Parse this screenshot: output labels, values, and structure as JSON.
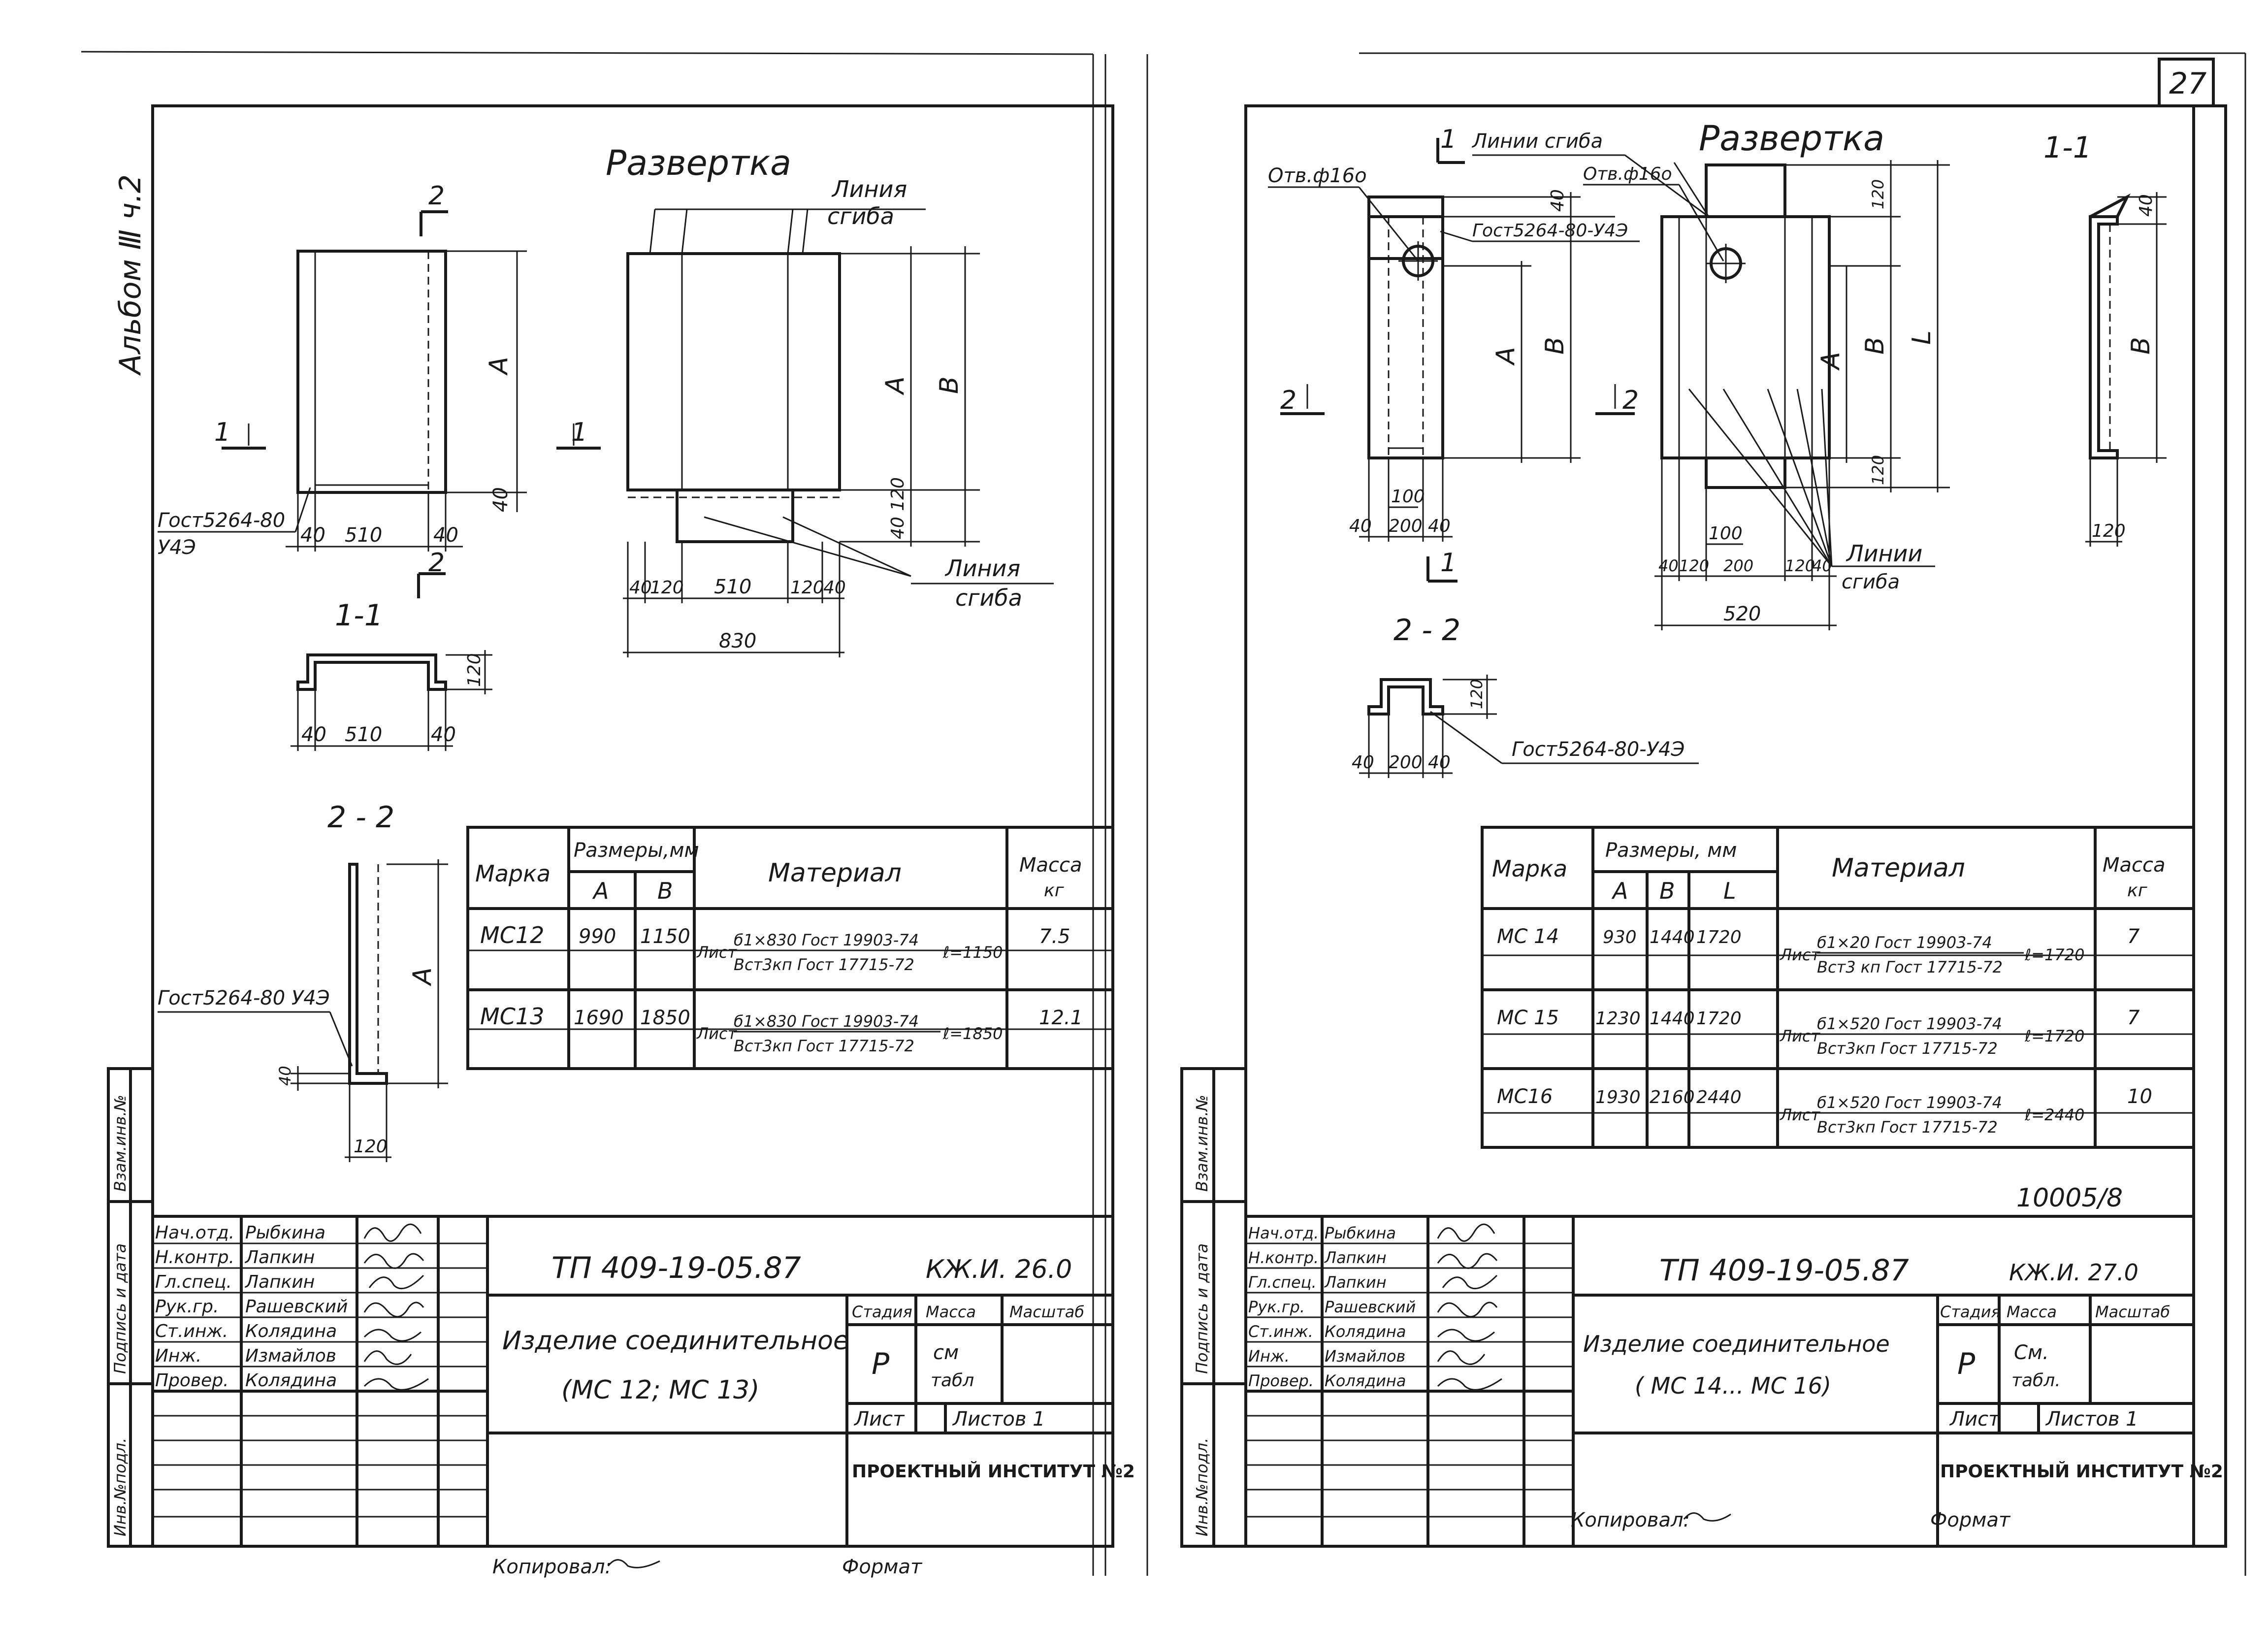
{
  "page_number": "27",
  "album": "Альбом Ⅲ ч.2",
  "side_labels": {
    "vzam_inv": "Взам.инв.№",
    "podpis_data": "Подпись и дата",
    "inv_podl": "Инв.№подл."
  },
  "left_sheet": {
    "razvertka": "Развертка",
    "bend_line_top": [
      "Линия",
      "сгиба"
    ],
    "bend_line_bottom": [
      "Линия",
      "сгиба"
    ],
    "gost_weld": [
      "Гост5264-80",
      "У4Э"
    ],
    "gost_weld_22": "Гост5264-80 У4Э",
    "sec_2": "2",
    "sec_1": "1",
    "sec_11": "1-1",
    "sec_22": "2 - 2",
    "dim_A": "А",
    "dim_B": "В",
    "dims": {
      "d40": "40",
      "d510": "510",
      "d120": "120",
      "d830": "830",
      "d4120": "40 120"
    },
    "table": {
      "h_marka": "Марка",
      "h_razmery": "Размеры,мм",
      "h_A": "А",
      "h_B": "В",
      "h_material": "Материал",
      "h_massa": [
        "Масса",
        "кг"
      ],
      "list": "Лист",
      "rows": [
        {
          "marka": "МС12",
          "A": "990",
          "B": "1150",
          "mat_top": "б1×830 Гост 19903-74",
          "mat_bot": "Вст3кп Гост 17715-72",
          "len": "ℓ=1150",
          "mass": "7.5"
        },
        {
          "marka": "МС13",
          "A": "1690",
          "B": "1850",
          "mat_top": "б1×830 Гост 19903-74",
          "mat_bot": "Вст3кп Гост 17715-72",
          "len": "ℓ=1850",
          "mass": "12.1"
        }
      ]
    },
    "stamp": {
      "roles": [
        "Нач.отд.",
        "Н.контр.",
        "Гл.спец.",
        "Рук.гр.",
        "Ст.инж.",
        "Инж.",
        "Провер."
      ],
      "names": [
        "Рыбкина",
        "Лапкин",
        "Лапкин",
        "Рашевский",
        "Колядина",
        "Измайлов",
        "Колядина"
      ],
      "doc_code": "ТП 409-19-05.87",
      "sheet_code": "КЖ.И. 26.0",
      "title_1": "Изделие соединительное",
      "title_2": "(МС 12; МС 13)",
      "stadia_h": "Стадия",
      "massa_h": "Масса",
      "masshtab_h": "Масштаб",
      "stadia_v": "Р",
      "massa_v": [
        "см",
        "табл"
      ],
      "list_h": "Лист",
      "listov_h": "Листов 1",
      "org": "ПРОЕКТНЫЙ ИНСТИТУТ №2"
    },
    "kopiroval": "Копировал:",
    "format": "Формат"
  },
  "right_sheet": {
    "razvertka": "Развертка",
    "bend_lines_top": "Линии сгиба",
    "bend_lines_bottom": [
      "Линии",
      "сгиба"
    ],
    "hole_1": "Отв.ф16о",
    "hole_2": "Отв.ф16о",
    "gost_weld": "Гост5264-80-У4Э",
    "gost_weld_22": "Гост5264-80-У4Э",
    "sec_11": "1-1",
    "sec_22": "2 - 2",
    "sec_1": "1",
    "sec_2": "2",
    "dim_A": "А",
    "dim_B": "В",
    "dim_L": "L",
    "dims": {
      "d40": "40",
      "d100": "100",
      "d200": "200",
      "d120": "120",
      "d520": "520"
    },
    "table": {
      "h_marka": "Марка",
      "h_razmery": "Размеры, мм",
      "h_A": "А",
      "h_B": "В",
      "h_L": "L",
      "h_material": "Материал",
      "h_massa": [
        "Масса",
        "кг"
      ],
      "list": "Лист",
      "rows": [
        {
          "marka": "МС 14",
          "A": "930",
          "B": "1440",
          "L": "1720",
          "mat_top": "б1×20 Гост 19903-74",
          "mat_bot": "Вст3 кп Гост 17715-72",
          "len": "ℓ=1720",
          "mass": "7"
        },
        {
          "marka": "МС 15",
          "A": "1230",
          "B": "1440",
          "L": "1720",
          "mat_top": "б1×520 Гост 19903-74",
          "mat_bot": "Вст3кп Гост 17715-72",
          "len": "ℓ=1720",
          "mass": "7"
        },
        {
          "marka": "МС16",
          "A": "1930",
          "B": "2160",
          "L": "2440",
          "mat_top": "б1×520 Гост 19903-74",
          "mat_bot": "Вст3кп Гост 17715-72",
          "len": "ℓ=2440",
          "mass": "10"
        }
      ]
    },
    "archive_no": "10005/8",
    "stamp": {
      "roles": [
        "Нач.отд.",
        "Н.контр.",
        "Гл.спец.",
        "Рук.гр.",
        "Ст.инж.",
        "Инж.",
        "Провер."
      ],
      "names": [
        "Рыбкина",
        "Лапкин",
        "Лапкин",
        "Рашевский",
        "Колядина",
        "Измайлов",
        "Колядина"
      ],
      "doc_code": "ТП 409-19-05.87",
      "sheet_code": "КЖ.И. 27.0",
      "title_1": "Изделие соединительное",
      "title_2": "( МС 14... МС 16)",
      "stadia_h": "Стадия",
      "massa_h": "Масса",
      "masshtab_h": "Масштаб",
      "stadia_v": "Р",
      "massa_v": [
        "См.",
        "табл."
      ],
      "list_h": "Лист",
      "listov_h": "Листов 1",
      "org": "ПРОЕКТНЫЙ ИНСТИТУТ №2"
    },
    "kopiroval": "Копировал:",
    "format": "Формат"
  }
}
